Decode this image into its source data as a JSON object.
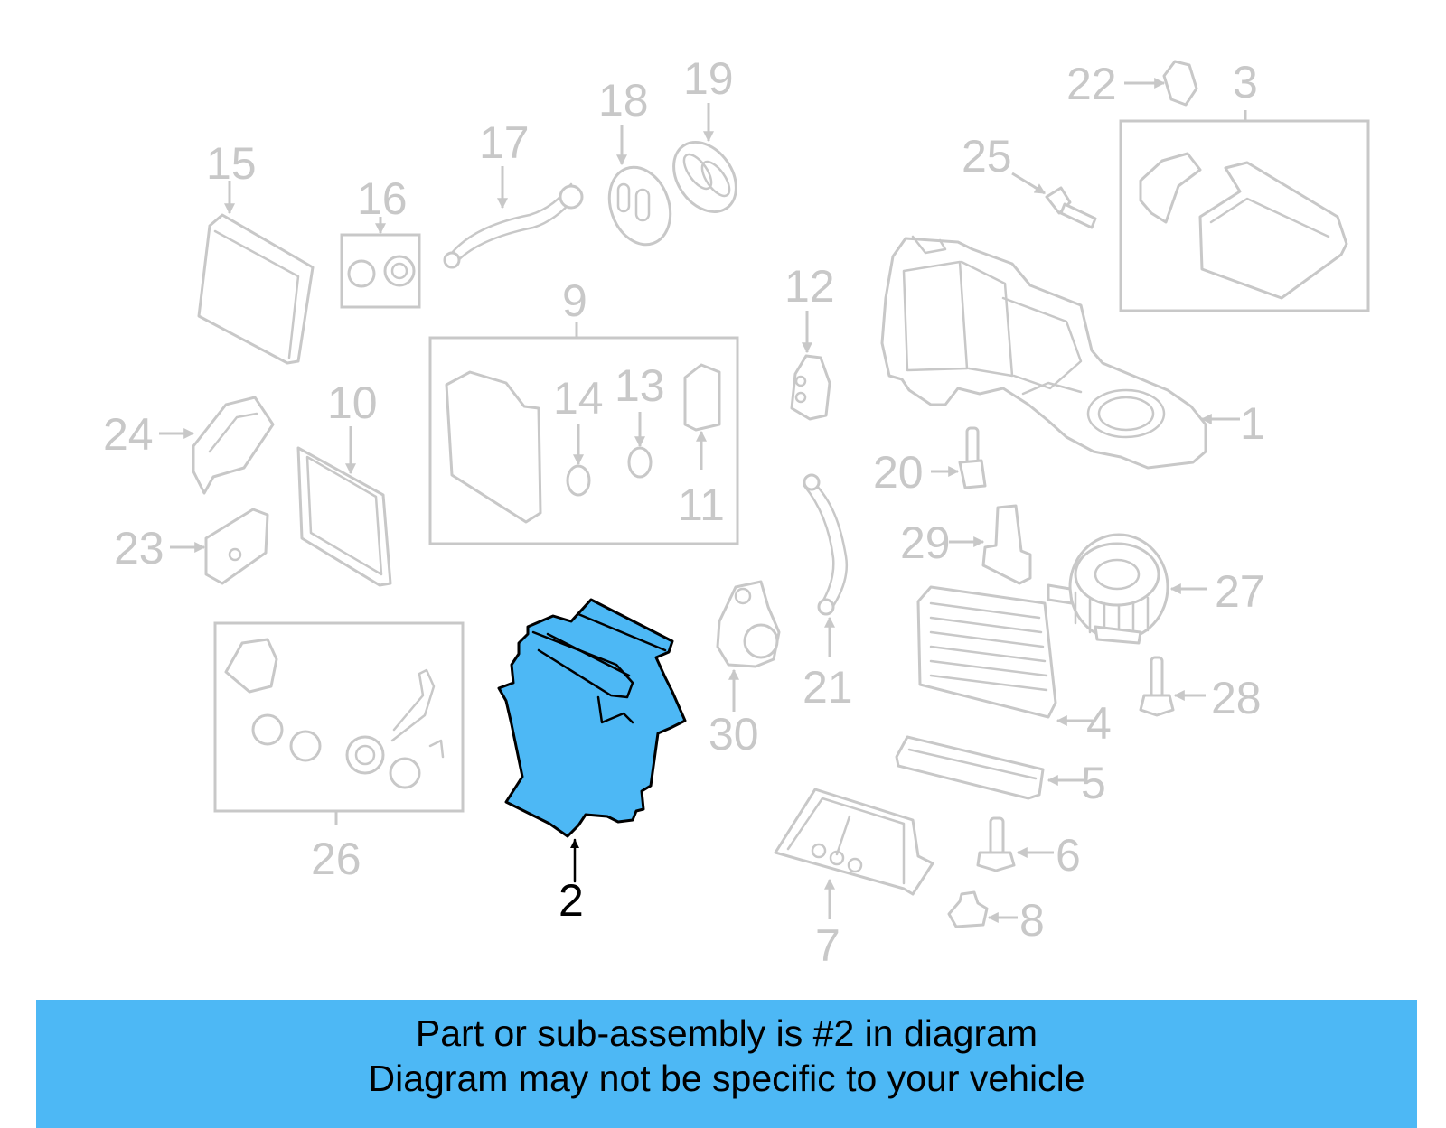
{
  "colors": {
    "highlight": "#4db8f5",
    "banner": "#4db8f5",
    "muted": "#c8c8c8",
    "text": "#000000"
  },
  "highlighted_part": "2",
  "callouts": {
    "c1": "1",
    "c2": "2",
    "c3": "3",
    "c4": "4",
    "c5": "5",
    "c6": "6",
    "c7": "7",
    "c8": "8",
    "c9": "9",
    "c10": "10",
    "c11": "11",
    "c12": "12",
    "c13": "13",
    "c14": "14",
    "c15": "15",
    "c16": "16",
    "c17": "17",
    "c18": "18",
    "c19": "19",
    "c20": "20",
    "c21": "21",
    "c22": "22",
    "c23": "23",
    "c24": "24",
    "c25": "25",
    "c26": "26",
    "c27": "27",
    "c28": "28",
    "c29": "29",
    "c30": "30"
  },
  "banner": {
    "line1": "Part or sub-assembly is #2 in diagram",
    "line2": "Diagram may not be specific to your vehicle"
  }
}
